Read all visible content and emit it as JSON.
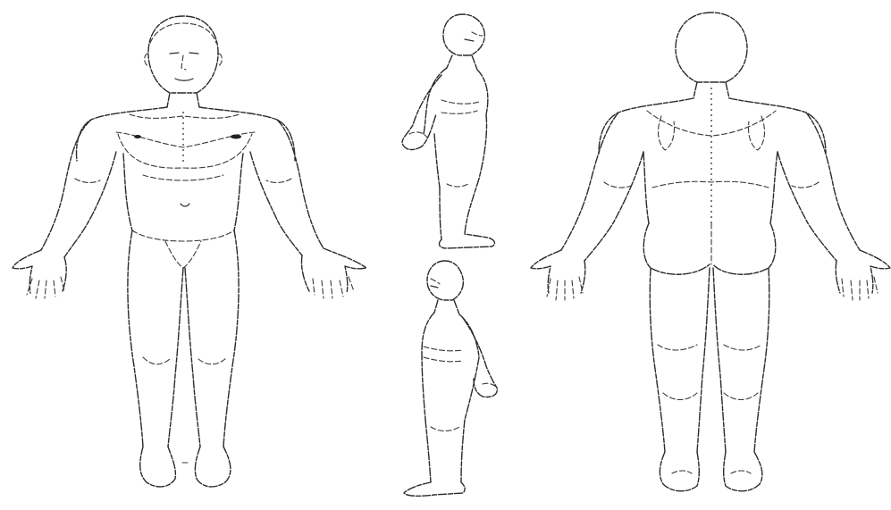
{
  "diagram": {
    "type": "body-outline-chart",
    "views": [
      {
        "id": "front",
        "icon": "human-body-front-icon"
      },
      {
        "id": "side-right",
        "icon": "human-body-side-icon"
      },
      {
        "id": "side-left",
        "icon": "human-body-side-icon"
      },
      {
        "id": "back",
        "icon": "human-body-back-icon"
      }
    ],
    "line_color": "#2a2a2a",
    "background": "#ffffff"
  }
}
